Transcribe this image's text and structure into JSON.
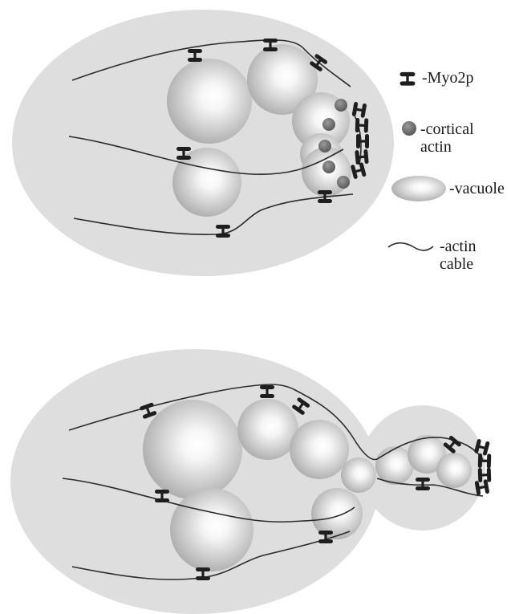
{
  "legend": {
    "myo2p": "-Myo2p",
    "cortical_actin": "-cortical\nactin",
    "vacuole": "-vacuole",
    "actin_cable": "-actin\ncable"
  },
  "colors": {
    "cell_fill": "#dedede",
    "line": "#2b2b2b",
    "myo2p": "#1e1e1e",
    "cortical_actin": "#6f6f6f",
    "vacuole_highlight": "#ffffff",
    "vacuole_shade": "#a9a9a9"
  }
}
